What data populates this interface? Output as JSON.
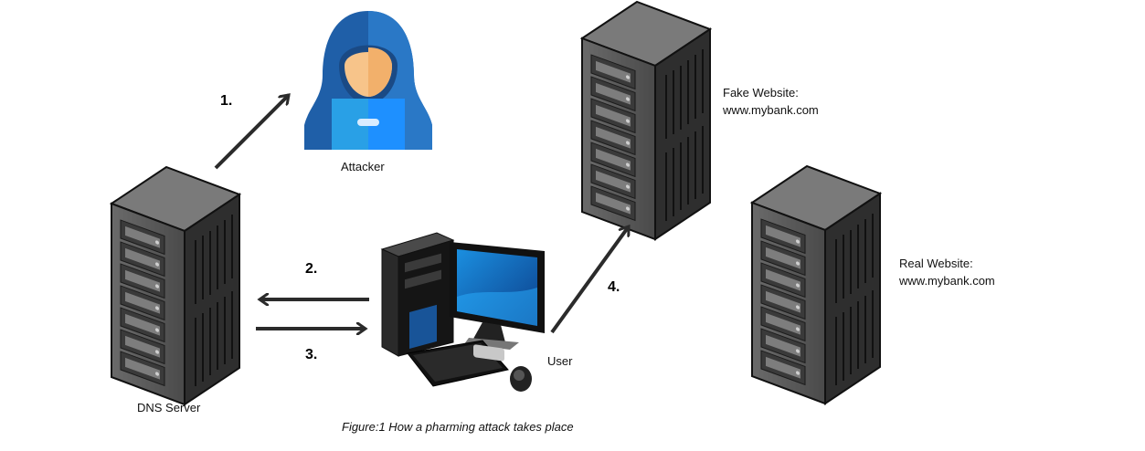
{
  "labels": {
    "attacker": "Attacker",
    "dns_server": "DNS Server",
    "user": "User",
    "fake_site_title": "Fake Website:",
    "fake_site_url": "www.mybank.com",
    "real_site_title": "Real Website:",
    "real_site_url": "www.mybank.com"
  },
  "steps": [
    "1.",
    "2.",
    "3.",
    "4."
  ],
  "caption": "Figure:1 How a pharming attack takes place",
  "colors": {
    "server_body": "#5a5a5a",
    "server_side": "#2e2e2e",
    "hood_outer": "#1f5fa8",
    "hood_inner": "#2a78c6",
    "face": "#f7c48a",
    "laptop": "#29a0e6",
    "arrow": "#2b2b2b"
  },
  "icons": [
    "server-icon",
    "hacker-icon",
    "desktop-computer-icon"
  ]
}
